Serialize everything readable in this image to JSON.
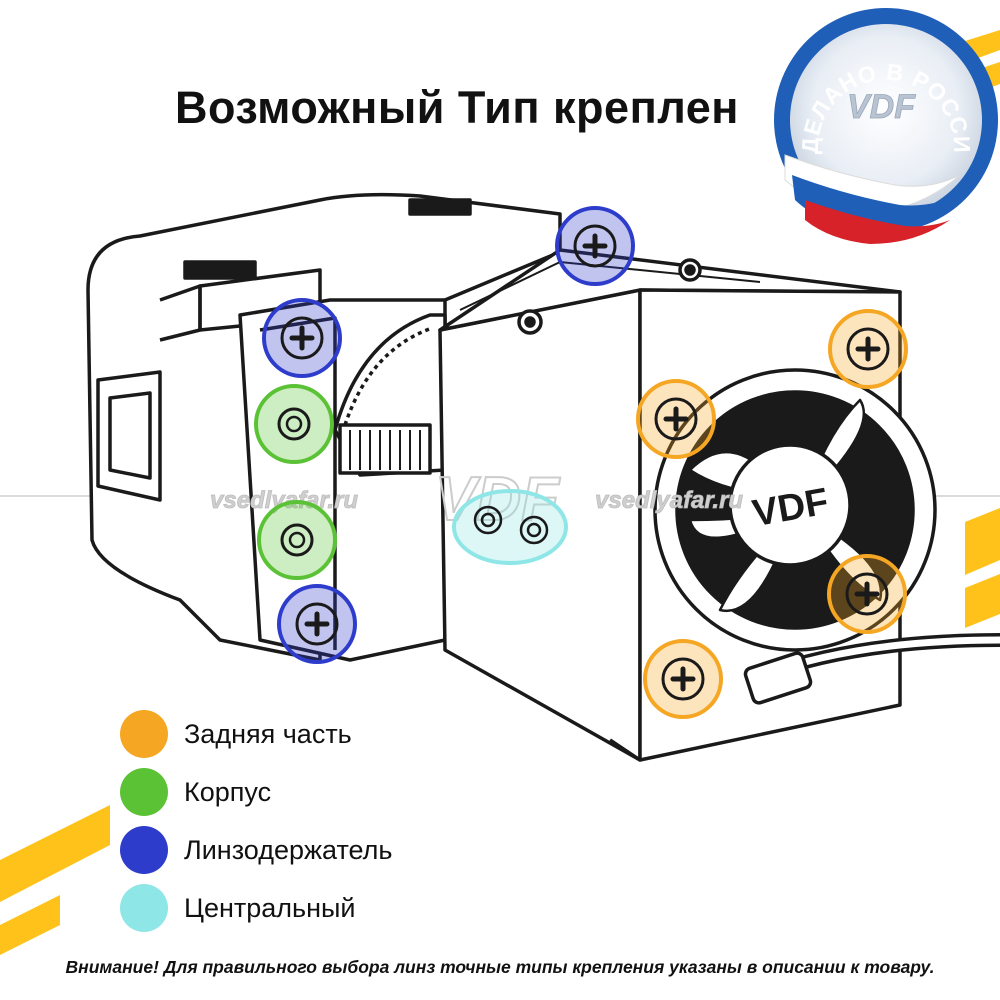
{
  "title": "Возможный Тип креплен",
  "badge": {
    "arc_text": "СДЕЛАНО В РОССИИ",
    "brand": "VDF"
  },
  "product_logo": "VDF",
  "watermark": {
    "left_text": "vsedlyafar.ru",
    "center_text": "VDF",
    "right_text": "vsedlyafar.ru"
  },
  "legend": [
    {
      "label": "Задняя часть",
      "color": "#F5A623"
    },
    {
      "label": "Корпус",
      "color": "#5BC236"
    },
    {
      "label": "Линзодержатель",
      "color": "#2E3CCB"
    },
    {
      "label": "Центральный",
      "color": "#8FE6E6"
    }
  ],
  "footer": "Внимание! Для правильного выбора линз точные типы крепления указаны в описании к товару.",
  "colors": {
    "accent_yellow": "#FFC21A",
    "line": "#1a1a1a",
    "flag_white": "#ffffff",
    "flag_blue": "#1f5fb8",
    "flag_red": "#d8222a"
  }
}
